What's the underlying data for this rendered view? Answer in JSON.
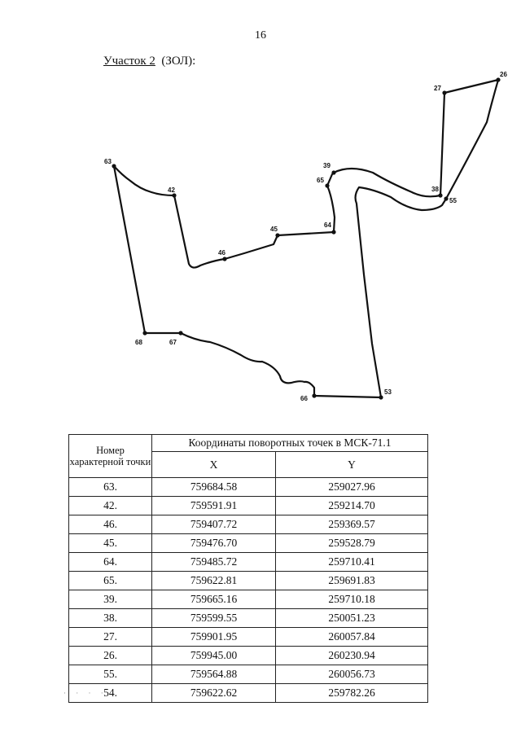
{
  "page_number": "16",
  "section_title": {
    "underlined": "Участок 2",
    "rest": "(ЗОЛ):"
  },
  "map": {
    "points": [
      {
        "id": "63",
        "label": "63"
      },
      {
        "id": "42",
        "label": "42"
      },
      {
        "id": "46",
        "label": "46"
      },
      {
        "id": "45",
        "label": "45"
      },
      {
        "id": "64",
        "label": "64"
      },
      {
        "id": "65",
        "label": "65"
      },
      {
        "id": "39",
        "label": "39"
      },
      {
        "id": "38",
        "label": "38"
      },
      {
        "id": "27",
        "label": "27"
      },
      {
        "id": "26",
        "label": "26"
      },
      {
        "id": "55",
        "label": "55"
      },
      {
        "id": "53",
        "label": "53"
      },
      {
        "id": "66",
        "label": "66"
      },
      {
        "id": "67",
        "label": "67"
      },
      {
        "id": "68",
        "label": "68"
      }
    ]
  },
  "table": {
    "header_point": "Номер характерной точки",
    "header_group": "Координаты поворотных точек в МСК-71.1",
    "header_x": "X",
    "header_y": "Y",
    "rows": [
      {
        "n": "63.",
        "x": "759684.58",
        "y": "259027.96"
      },
      {
        "n": "42.",
        "x": "759591.91",
        "y": "259214.70"
      },
      {
        "n": "46.",
        "x": "759407.72",
        "y": "259369.57"
      },
      {
        "n": "45.",
        "x": "759476.70",
        "y": "259528.79"
      },
      {
        "n": "64.",
        "x": "759485.72",
        "y": "259710.41"
      },
      {
        "n": "65.",
        "x": "759622.81",
        "y": "259691.83"
      },
      {
        "n": "39.",
        "x": "759665.16",
        "y": "259710.18"
      },
      {
        "n": "38.",
        "x": "759599.55",
        "y": "250051.23"
      },
      {
        "n": "27.",
        "x": "759901.95",
        "y": "260057.84"
      },
      {
        "n": "26.",
        "x": "759945.00",
        "y": "260230.94"
      },
      {
        "n": "55.",
        "x": "759564.88",
        "y": "260056.73"
      },
      {
        "n": "54.",
        "x": "759622.62",
        "y": "259782.26"
      }
    ]
  }
}
